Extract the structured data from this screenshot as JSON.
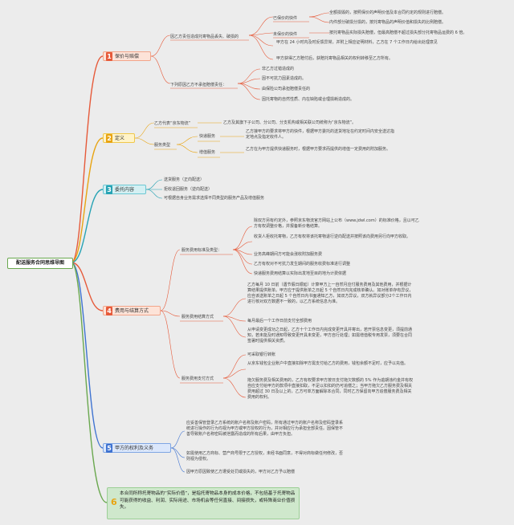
{
  "root": "配送服务合同思维导图",
  "branches": {
    "b1": {
      "num": "1",
      "label": "保价与赔偿"
    },
    "b2": {
      "num": "2",
      "label": "定义"
    },
    "b3": {
      "num": "3",
      "label": "委托内容"
    },
    "b4": {
      "num": "4",
      "label": "费用与结算方式"
    },
    "b5": {
      "num": "5",
      "label": "甲方的权利及义务"
    },
    "b6": {
      "num": "6",
      "text": "本合同所称托寄物品的“实际价值”，是指托寄物品本身的成本价格，不包括基于托寄物品可能获得的收益、利润、实际用途、市场机会等任何直接、间接损失，或特殊商业价值损失。"
    }
  },
  "b1": {
    "c1": "因乙方责任造成托寄物品丢失、破损的",
    "c1a": "已保价的快件",
    "c1a1": "全额损毁的，按照保价的声明价值及本合同约定的规则进行赔偿。",
    "c1a2": "内件部分破损分损的，按托寄物品的声明价值和损失的比例赔偿。",
    "c1b": "未保价的快件",
    "c1b1": "按托寄物品实际损失赔偿，但最高赔偿不超过损失部分托寄物品运费的 6 倍。",
    "c1c": "甲方在 24 小时内及时反馈异常，并附上相应证明材料，乙方在 7 个工作日内给出处理意见",
    "c1d": "甲方获得乙方赔付后，获赔托寄物品相关的权利转移至乙方所有。",
    "c2": "下列原因乙方不承担赔偿责任：",
    "c2a": "非乙方过错造成的",
    "c2b": "因不可抗力因素造成的。",
    "c2c": "由保险公司承担赔偿责任的",
    "c2d": "因托寄物的自然性质、内在缺陷或合理损耗造成的。"
  },
  "b2": {
    "c1": "乙方代表“京东物流”",
    "c1a": "乙方及其旗下子公司、分公司、分支机构或相关联公司统称为“京东物流”。",
    "c2": "服务类型",
    "c2a": "快递服务",
    "c2a1": "乙方接甲方的要求将甲方的快件，根据甲方委托的送货地址在约定时间内安全送达指定地点及指定收件人。",
    "c2b": "增值服务",
    "c2b1": "乙方在为甲方提供快递服务时，根据甲方要求而提供的增值一定费用的附加服务。"
  },
  "b3": {
    "c1": "送货服务（正向配送）",
    "c2": "拒收退回服务（逆向配送）",
    "c3": "可根据自身业务需求选择不同类型的服务产品及增值服务"
  },
  "b4": {
    "c1": "服务费用标准及类型：",
    "c1a": "除双方另有约定外，参照京东物流官方网站上公布（www.jdwl.com）的标准价格，且以可乙方有权调整价格，并报备新价格结算。",
    "c1b": "收货人拒收托寄物，乙方有权将该托寄物退行逆向配送并按照该向费用另行向甲方收取。",
    "c1c": "业务高峰期间方可能会涨收附加服务费",
    "c1d": "乙方有权对不可抗力发生期间的服务收费标准进行调整",
    "c1e": "快递服务费用结算以实际出发地至目的地为计费依据",
    "c2": "服务费用结算方式",
    "c2a": "乙方每月 10 日前（遇节假日顺延）计算甲方上一自然月应付服务费用及其他费用，并根据计算结果提供账单。甲方应于提供账单之日起 5 个自然日内完成核单确认。如对账单存有异议，应自该送账单之日起 5 个自然日内书面通知乙方，如双方异议，双方就异议部分2个工作日内进行核对双方数据不一致的，以乙方系统信息为准。",
    "c2b": "每月最后一个工作日前支付全部费用",
    "c2c": "从申请变更成功之日起，乙方十个工作日内完成变更开具并寄出，若开票信息变更，须提前通知，若未能及时通知导致变更开具未变更，甲方自行处理；如需增值税专用发票，须要在合同签署时提供相关资质。",
    "c3": "服务费用支付方式",
    "c3a": "可采取银行转账",
    "c3b": "从京东钱包企业账户中直接扣除甲方需支付给乙方的费用，钱包余额不足时，应予以充值。",
    "c3c": "拖欠服务费及相关费用的，乙方有权要求甲方按日支付拖欠数额的 5% 作为逾期违约金并有权自应支付给甲方的款项中直接扣取，不足以扣扣的仍可追偿之；当甲方拖欠乙方服务费及相关费用超过 30 日及以上的，乙方可单方面解除本合同，同时乙方保留向甲方追偿服务费及相关费用的权利。"
  },
  "b5": {
    "c1": "应妥善保管登录乙方系统的账户名称及账户密码，所有通过甲方的账户名称及密码登录系统进行操作的行为均视为甲方或甲方授权的行为，并对相应行为承担全部责任。因保管不善导致账户名称密码被泄露而造成的所有后果，由甲方负担。",
    "c2": "如需使用乙方商标、营产商号限于乙方授权，未经书面同意，不得对商标做任何修改，否则视为侵权。",
    "c3": "因甲方原因致使乙方遭受处罚或损失的，甲方对乙方予以赔偿"
  }
}
